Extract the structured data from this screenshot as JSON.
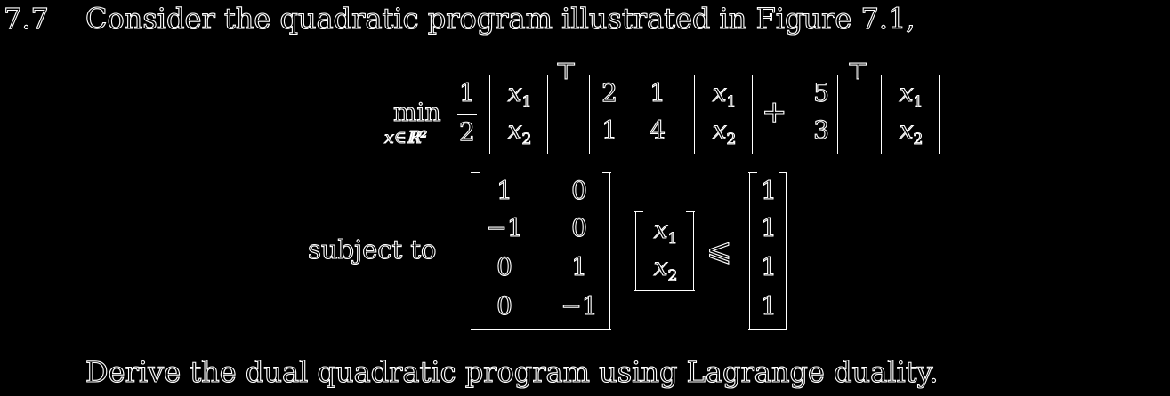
{
  "exercise": {
    "number": "7.7",
    "intro": "Consider the quadratic program illustrated in Figure 7.1,",
    "closing": "Derive the dual quadratic program using Lagrange duality."
  },
  "objective": {
    "operator": "min",
    "domain": "x∈ℝ²",
    "frac_num": "1",
    "frac_den": "2",
    "transpose": "⊤",
    "x_vector": [
      "x",
      "x"
    ],
    "x_subs": [
      "1",
      "2"
    ],
    "Q_matrix": [
      [
        "2",
        "1"
      ],
      [
        "1",
        "4"
      ]
    ],
    "plus": "+",
    "c_vector": [
      "5",
      "3"
    ]
  },
  "constraint": {
    "label": "subject to",
    "A_matrix": [
      [
        "1",
        "0"
      ],
      [
        "−1",
        "0"
      ],
      [
        "0",
        "1"
      ],
      [
        "0",
        "−1"
      ]
    ],
    "relation": "⩽",
    "b_vector": [
      "1",
      "1",
      "1",
      "1"
    ]
  }
}
